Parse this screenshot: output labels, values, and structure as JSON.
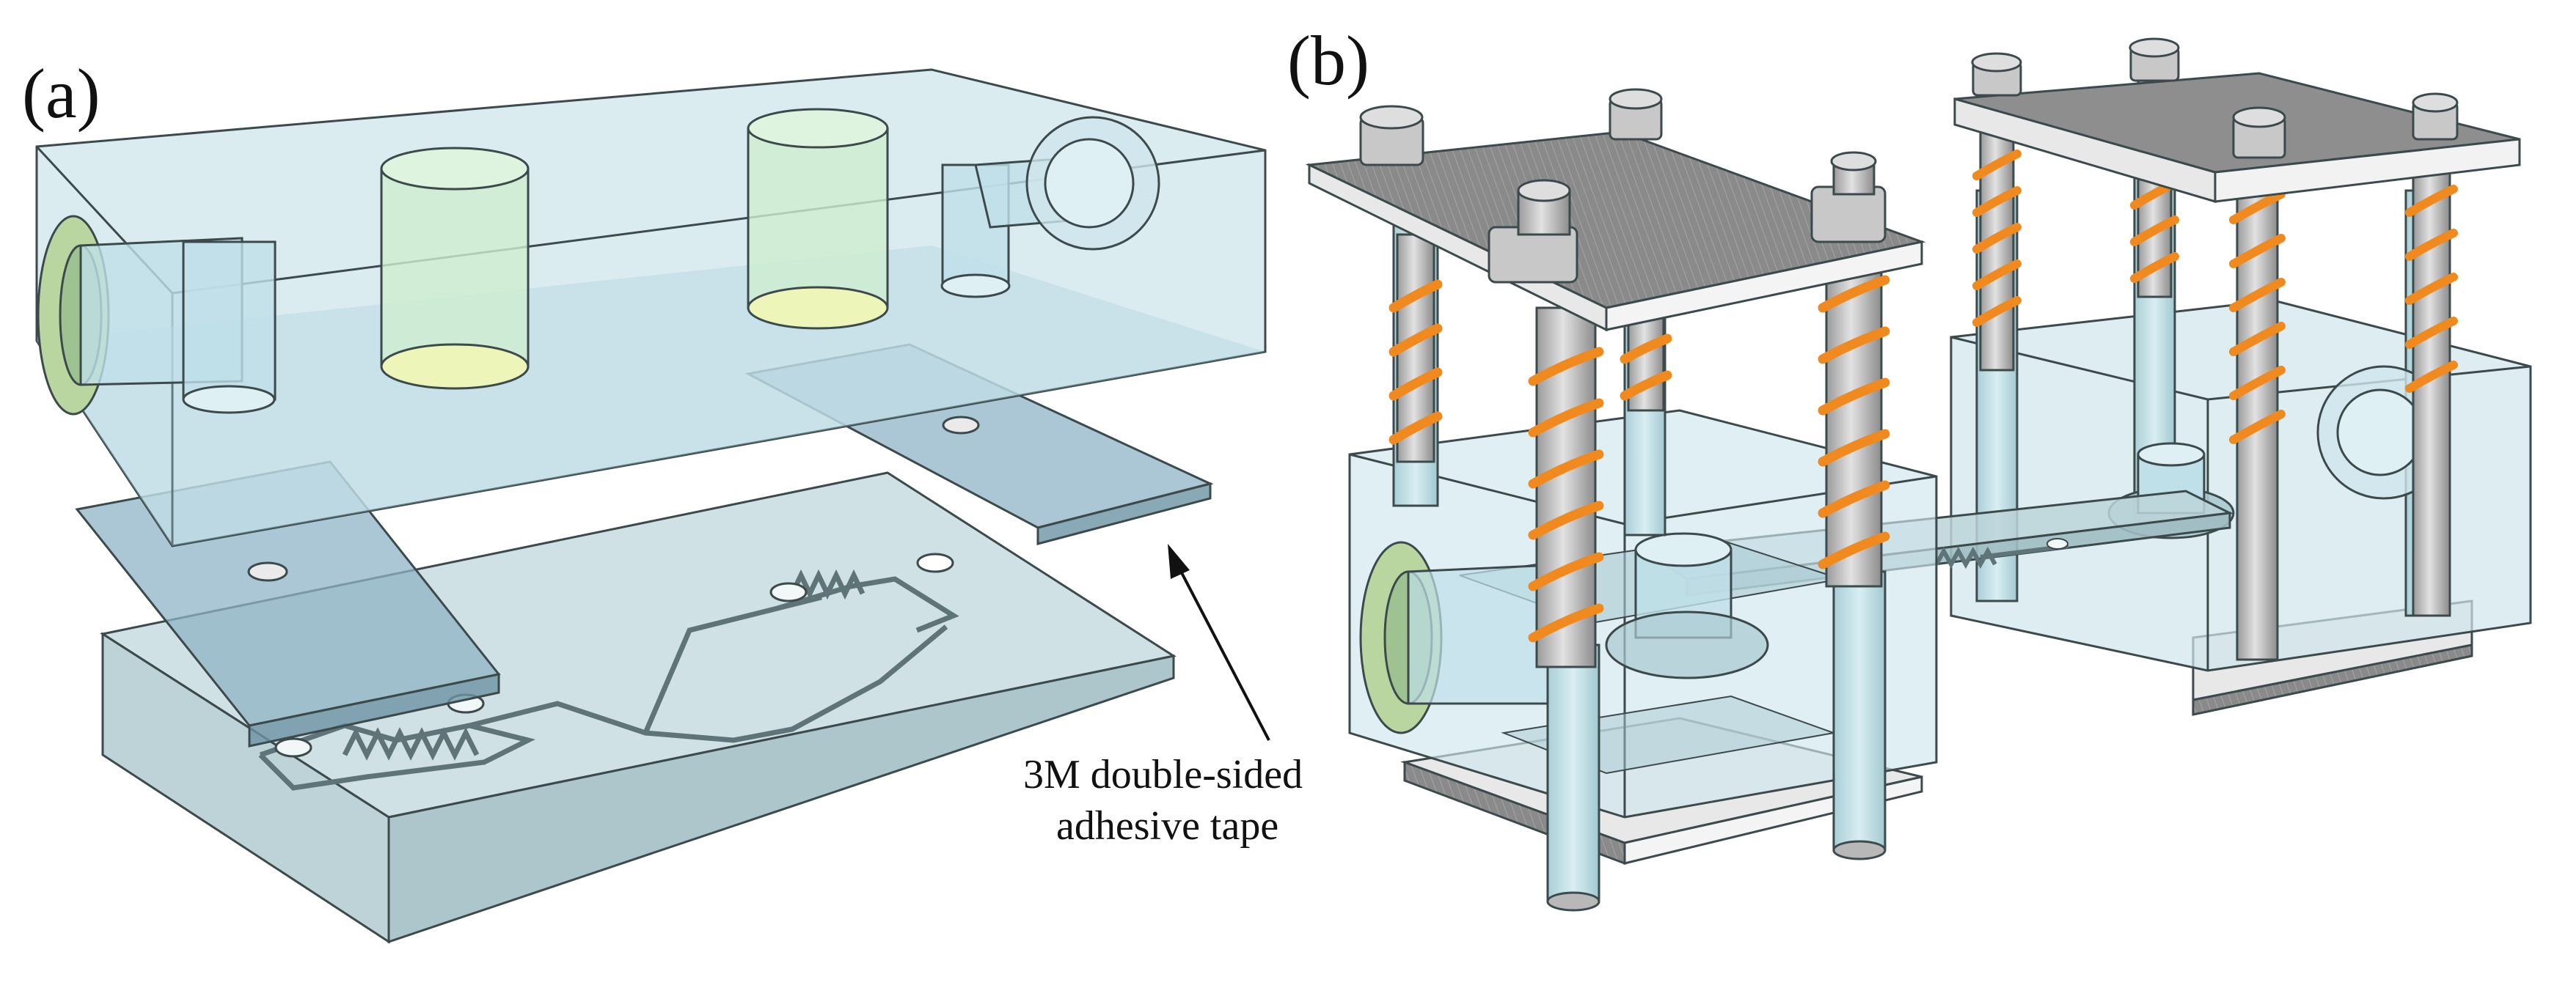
{
  "panels": {
    "a": {
      "label": "(a)"
    },
    "b": {
      "label": "(b)"
    }
  },
  "annotation": {
    "line1": "3M double-sided",
    "line2": "adhesive tape"
  },
  "colors": {
    "block": "#cfe6ec",
    "block_edge": "#3c4a4c",
    "glass": "#a9c9d2",
    "chip_base": "#bcd3d8",
    "tape": "#8fb3c6",
    "channel": "#5f7478",
    "post": "#cfeecf",
    "post_bottom": "#eef5b8",
    "plate_top": "#8e8e8e",
    "plate_edge": "#e8e8e8",
    "bolt": "#b8b8b8",
    "spring": "#f08a1e",
    "port_ring": "#b9d6a0"
  }
}
